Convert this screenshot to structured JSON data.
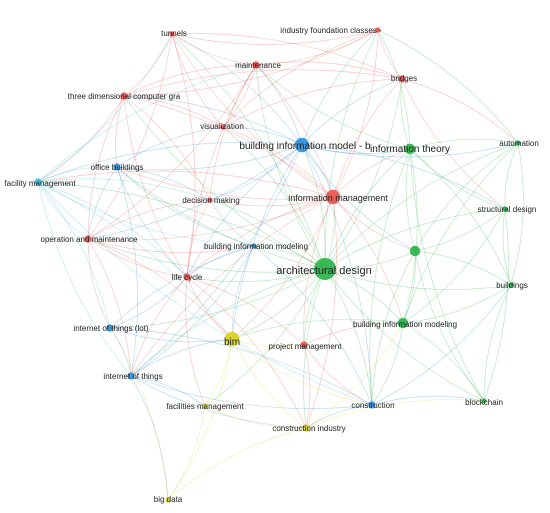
{
  "colors": {
    "red": "#e8544e",
    "green": "#2db34a",
    "blue": "#2f8fd8",
    "yellow": "#d9d21b",
    "cyan": "#35c3dc"
  },
  "nodes": [
    {
      "id": "tunnels",
      "label": "tunnels",
      "cluster": "red",
      "weight": 1
    },
    {
      "id": "ifc",
      "label": "industry foundation classes -",
      "cluster": "red",
      "weight": 1
    },
    {
      "id": "maintenance",
      "label": "maintenance",
      "cluster": "red",
      "weight": 2
    },
    {
      "id": "bridges",
      "label": "bridges",
      "cluster": "red",
      "weight": 2
    },
    {
      "id": "three_d",
      "label": "three dimensional computer gra",
      "cluster": "red",
      "weight": 2
    },
    {
      "id": "visualization",
      "label": "visualization",
      "cluster": "red",
      "weight": 1
    },
    {
      "id": "bim_b",
      "label": "building information model - b",
      "cluster": "blue",
      "weight": 4
    },
    {
      "id": "info_theory",
      "label": "information theory",
      "cluster": "green",
      "weight": 3
    },
    {
      "id": "automation",
      "label": "automation",
      "cluster": "green",
      "weight": 1
    },
    {
      "id": "office_buildings",
      "label": "office buildings",
      "cluster": "blue",
      "weight": 2
    },
    {
      "id": "facility_mgmt",
      "label": "facility management",
      "cluster": "cyan",
      "weight": 2
    },
    {
      "id": "decision_making",
      "label": "decision making",
      "cluster": "red",
      "weight": 1
    },
    {
      "id": "info_mgmt",
      "label": "information management",
      "cluster": "red",
      "weight": 4
    },
    {
      "id": "structural_design",
      "label": "structural design",
      "cluster": "green",
      "weight": 1
    },
    {
      "id": "op_maint",
      "label": "operation and maintenance",
      "cluster": "red",
      "weight": 2
    },
    {
      "id": "bim_modeling_blue",
      "label": "building information modeling",
      "cluster": "blue",
      "weight": 1
    },
    {
      "id": "green_unlabeled",
      "label": "",
      "cluster": "green",
      "weight": 3
    },
    {
      "id": "arch_design",
      "label": "architectural design",
      "cluster": "green",
      "weight": 6
    },
    {
      "id": "life_cycle",
      "label": "life cycle",
      "cluster": "red",
      "weight": 2
    },
    {
      "id": "buildings",
      "label": "buildings",
      "cluster": "green",
      "weight": 1
    },
    {
      "id": "iot_lot",
      "label": "internet of things (lot)",
      "cluster": "blue",
      "weight": 2
    },
    {
      "id": "bim",
      "label": "bim",
      "cluster": "yellow",
      "weight": 4
    },
    {
      "id": "bim_modeling_green",
      "label": "building information modeling",
      "cluster": "green",
      "weight": 3
    },
    {
      "id": "project_mgmt",
      "label": "project management",
      "cluster": "red",
      "weight": 2
    },
    {
      "id": "iot",
      "label": "internet of things",
      "cluster": "blue",
      "weight": 2
    },
    {
      "id": "facilities_mgmt",
      "label": "facilities management",
      "cluster": "yellow",
      "weight": 1
    },
    {
      "id": "construction",
      "label": "construction",
      "cluster": "blue",
      "weight": 2
    },
    {
      "id": "blockchain",
      "label": "blockchain",
      "cluster": "green",
      "weight": 1
    },
    {
      "id": "construction_industry",
      "label": "construction industry",
      "cluster": "yellow",
      "weight": 2
    },
    {
      "id": "big_data",
      "label": "big data",
      "cluster": "yellow",
      "weight": 1
    }
  ],
  "edges": [
    [
      "arch_design",
      "bim_b"
    ],
    [
      "arch_design",
      "info_theory"
    ],
    [
      "arch_design",
      "info_mgmt"
    ],
    [
      "arch_design",
      "bim"
    ],
    [
      "arch_design",
      "green_unlabeled"
    ],
    [
      "arch_design",
      "bim_modeling_green"
    ],
    [
      "arch_design",
      "project_mgmt"
    ],
    [
      "arch_design",
      "construction"
    ],
    [
      "arch_design",
      "construction_industry"
    ],
    [
      "arch_design",
      "life_cycle"
    ],
    [
      "arch_design",
      "bim_modeling_blue"
    ],
    [
      "arch_design",
      "structural_design"
    ],
    [
      "arch_design",
      "buildings"
    ],
    [
      "arch_design",
      "automation"
    ],
    [
      "arch_design",
      "blockchain"
    ],
    [
      "arch_design",
      "maintenance"
    ],
    [
      "arch_design",
      "bridges"
    ],
    [
      "arch_design",
      "office_buildings"
    ],
    [
      "arch_design",
      "facility_mgmt"
    ],
    [
      "arch_design",
      "op_maint"
    ],
    [
      "arch_design",
      "iot"
    ],
    [
      "arch_design",
      "iot_lot"
    ],
    [
      "arch_design",
      "decision_making"
    ],
    [
      "arch_design",
      "three_d"
    ],
    [
      "arch_design",
      "tunnels"
    ],
    [
      "arch_design",
      "ifc"
    ],
    [
      "arch_design",
      "visualization"
    ],
    [
      "arch_design",
      "facilities_mgmt"
    ],
    [
      "bim_b",
      "info_theory"
    ],
    [
      "bim_b",
      "info_mgmt"
    ],
    [
      "bim_b",
      "maintenance"
    ],
    [
      "bim_b",
      "bridges"
    ],
    [
      "bim_b",
      "three_d"
    ],
    [
      "bim_b",
      "office_buildings"
    ],
    [
      "bim_b",
      "facility_mgmt"
    ],
    [
      "bim_b",
      "op_maint"
    ],
    [
      "bim_b",
      "tunnels"
    ],
    [
      "bim_b",
      "ifc"
    ],
    [
      "bim_b",
      "visualization"
    ],
    [
      "bim_b",
      "decision_making"
    ],
    [
      "bim_b",
      "life_cycle"
    ],
    [
      "bim_b",
      "iot"
    ],
    [
      "bim_b",
      "bim"
    ],
    [
      "bim_b",
      "construction"
    ],
    [
      "bim_b",
      "automation"
    ],
    [
      "bim_b",
      "structural_design"
    ],
    [
      "bim_b",
      "green_unlabeled"
    ],
    [
      "info_mgmt",
      "info_theory"
    ],
    [
      "info_mgmt",
      "maintenance"
    ],
    [
      "info_mgmt",
      "bridges"
    ],
    [
      "info_mgmt",
      "three_d"
    ],
    [
      "info_mgmt",
      "tunnels"
    ],
    [
      "info_mgmt",
      "ifc"
    ],
    [
      "info_mgmt",
      "decision_making"
    ],
    [
      "info_mgmt",
      "life_cycle"
    ],
    [
      "info_mgmt",
      "bim"
    ],
    [
      "info_mgmt",
      "project_mgmt"
    ],
    [
      "info_mgmt",
      "op_maint"
    ],
    [
      "info_mgmt",
      "facility_mgmt"
    ],
    [
      "info_mgmt",
      "construction_industry"
    ],
    [
      "info_mgmt",
      "green_unlabeled"
    ],
    [
      "info_mgmt",
      "bim_modeling_green"
    ],
    [
      "info_mgmt",
      "iot"
    ],
    [
      "info_mgmt",
      "office_buildings"
    ],
    [
      "info_mgmt",
      "visualization"
    ],
    [
      "info_theory",
      "automation"
    ],
    [
      "info_theory",
      "structural_design"
    ],
    [
      "info_theory",
      "buildings"
    ],
    [
      "info_theory",
      "green_unlabeled"
    ],
    [
      "info_theory",
      "bim_modeling_green"
    ],
    [
      "info_theory",
      "blockchain"
    ],
    [
      "info_theory",
      "bridges"
    ],
    [
      "info_theory",
      "construction"
    ],
    [
      "info_theory",
      "maintenance"
    ],
    [
      "info_theory",
      "ifc"
    ],
    [
      "green_unlabeled",
      "automation"
    ],
    [
      "green_unlabeled",
      "structural_design"
    ],
    [
      "green_unlabeled",
      "buildings"
    ],
    [
      "green_unlabeled",
      "blockchain"
    ],
    [
      "green_unlabeled",
      "bim_modeling_green"
    ],
    [
      "green_unlabeled",
      "construction"
    ],
    [
      "bim_modeling_green",
      "blockchain"
    ],
    [
      "bim_modeling_green",
      "buildings"
    ],
    [
      "bim_modeling_green",
      "construction"
    ],
    [
      "bim_modeling_green",
      "structural_design"
    ],
    [
      "bim_modeling_green",
      "automation"
    ],
    [
      "bim_modeling_green",
      "bim"
    ],
    [
      "maintenance",
      "tunnels"
    ],
    [
      "maintenance",
      "ifc"
    ],
    [
      "maintenance",
      "bridges"
    ],
    [
      "maintenance",
      "three_d"
    ],
    [
      "maintenance",
      "visualization"
    ],
    [
      "maintenance",
      "decision_making"
    ],
    [
      "maintenance",
      "op_maint"
    ],
    [
      "maintenance",
      "life_cycle"
    ],
    [
      "tunnels",
      "three_d"
    ],
    [
      "tunnels",
      "ifc"
    ],
    [
      "tunnels",
      "bridges"
    ],
    [
      "tunnels",
      "visualization"
    ],
    [
      "tunnels",
      "life_cycle"
    ],
    [
      "ifc",
      "bridges"
    ],
    [
      "ifc",
      "three_d"
    ],
    [
      "ifc",
      "visualization"
    ],
    [
      "three_d",
      "visualization"
    ],
    [
      "three_d",
      "office_buildings"
    ],
    [
      "three_d",
      "facility_mgmt"
    ],
    [
      "three_d",
      "op_maint"
    ],
    [
      "three_d",
      "decision_making"
    ],
    [
      "three_d",
      "life_cycle"
    ],
    [
      "three_d",
      "bridges"
    ],
    [
      "bridges",
      "visualization"
    ],
    [
      "bridges",
      "automation"
    ],
    [
      "bridges",
      "structural_design"
    ],
    [
      "facility_mgmt",
      "office_buildings"
    ],
    [
      "facility_mgmt",
      "op_maint"
    ],
    [
      "facility_mgmt",
      "iot_lot"
    ],
    [
      "facility_mgmt",
      "iot"
    ],
    [
      "facility_mgmt",
      "decision_making"
    ],
    [
      "facility_mgmt",
      "bim_modeling_blue"
    ],
    [
      "facility_mgmt",
      "life_cycle"
    ],
    [
      "facility_mgmt",
      "tunnels"
    ],
    [
      "facility_mgmt",
      "maintenance"
    ],
    [
      "facility_mgmt",
      "construction"
    ],
    [
      "facility_mgmt",
      "bim"
    ],
    [
      "office_buildings",
      "op_maint"
    ],
    [
      "office_buildings",
      "decision_making"
    ],
    [
      "office_buildings",
      "bim_modeling_blue"
    ],
    [
      "office_buildings",
      "iot"
    ],
    [
      "office_buildings",
      "life_cycle"
    ],
    [
      "office_buildings",
      "visualization"
    ],
    [
      "op_maint",
      "life_cycle"
    ],
    [
      "op_maint",
      "iot"
    ],
    [
      "op_maint",
      "iot_lot"
    ],
    [
      "op_maint",
      "decision_making"
    ],
    [
      "op_maint",
      "bim_modeling_blue"
    ],
    [
      "op_maint",
      "bim"
    ],
    [
      "op_maint",
      "tunnels"
    ],
    [
      "bim_modeling_blue",
      "decision_making"
    ],
    [
      "bim_modeling_blue",
      "life_cycle"
    ],
    [
      "bim_modeling_blue",
      "iot"
    ],
    [
      "bim_modeling_blue",
      "iot_lot"
    ],
    [
      "bim_modeling_blue",
      "construction"
    ],
    [
      "bim_modeling_blue",
      "bim"
    ],
    [
      "life_cycle",
      "decision_making"
    ],
    [
      "life_cycle",
      "bim"
    ],
    [
      "life_cycle",
      "project_mgmt"
    ],
    [
      "life_cycle",
      "iot"
    ],
    [
      "life_cycle",
      "construction_industry"
    ],
    [
      "life_cycle",
      "facilities_mgmt"
    ],
    [
      "iot_lot",
      "iot"
    ],
    [
      "iot_lot",
      "bim"
    ],
    [
      "iot_lot",
      "construction"
    ],
    [
      "iot_lot",
      "life_cycle"
    ],
    [
      "iot",
      "bim"
    ],
    [
      "iot",
      "construction"
    ],
    [
      "iot",
      "facilities_mgmt"
    ],
    [
      "iot",
      "construction_industry"
    ],
    [
      "iot",
      "big_data"
    ],
    [
      "bim",
      "project_mgmt"
    ],
    [
      "bim",
      "facilities_mgmt"
    ],
    [
      "bim",
      "construction_industry"
    ],
    [
      "bim",
      "big_data"
    ],
    [
      "bim",
      "construction"
    ],
    [
      "project_mgmt",
      "construction_industry"
    ],
    [
      "project_mgmt",
      "construction"
    ],
    [
      "project_mgmt",
      "bim_modeling_green"
    ],
    [
      "construction",
      "construction_industry"
    ],
    [
      "construction",
      "blockchain"
    ],
    [
      "construction",
      "buildings"
    ],
    [
      "construction_industry",
      "facilities_mgmt"
    ],
    [
      "construction_industry",
      "big_data"
    ],
    [
      "construction_industry",
      "blockchain"
    ],
    [
      "construction_industry",
      "bim_modeling_green"
    ],
    [
      "facilities_mgmt",
      "big_data"
    ],
    [
      "big_data",
      "iot_lot"
    ],
    [
      "blockchain",
      "buildings"
    ],
    [
      "blockchain",
      "structural_design"
    ],
    [
      "buildings",
      "structural_design"
    ],
    [
      "automation",
      "structural_design"
    ],
    [
      "automation",
      "buildings"
    ],
    [
      "automation",
      "ifc"
    ]
  ]
}
